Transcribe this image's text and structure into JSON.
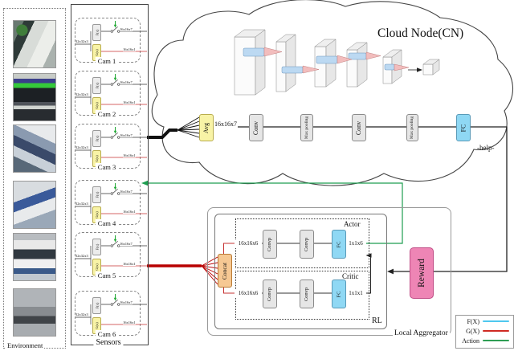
{
  "environment": {
    "label": "Environment",
    "images": [
      {
        "name": "bus-photo-1"
      },
      {
        "name": "bus-photo-2"
      },
      {
        "name": "bus-photo-3"
      },
      {
        "name": "bus-photo-4"
      },
      {
        "name": "bus-photo-5"
      },
      {
        "name": "bus-photo-6"
      }
    ]
  },
  "sensors": {
    "label": "Sensors",
    "cams": [
      {
        "label": "Cam 1",
        "input": "32x32x3",
        "f_label": "F(x)",
        "g_label": "G(x)",
        "f_out": "16x16x7",
        "g_out": "16x16x1"
      },
      {
        "label": "Cam 2",
        "input": "32x32x3",
        "f_label": "F(x)",
        "g_label": "G(x)",
        "f_out": "16x16x7",
        "g_out": "16x16x1"
      },
      {
        "label": "Cam 3",
        "input": "32x32x3",
        "f_label": "F(x)",
        "g_label": "G(x)",
        "f_out": "16x16x7",
        "g_out": "16x16x1"
      },
      {
        "label": "Cam 4",
        "input": "32x32x3",
        "f_label": "F(x)",
        "g_label": "G(x)",
        "f_out": "16x16x7",
        "g_out": "16x16x1"
      },
      {
        "label": "Cam 5",
        "input": "32x32x3",
        "f_label": "F(x)",
        "g_label": "G(x)",
        "f_out": "16x16x7",
        "g_out": "16x16x1"
      },
      {
        "label": "Cam 6",
        "input": "32x32x3",
        "f_label": "F(x)",
        "g_label": "G(x)",
        "f_out": "16x16x7",
        "g_out": "16x16x1"
      }
    ]
  },
  "cloud": {
    "title": "Cloud Node(CN)",
    "avg_label": "Avg",
    "avg_output": "16x16x7",
    "conv1_label": "Conv",
    "pool1_label": "Max pooling",
    "conv2_label": "Conv",
    "pool2_label": "Max pooling",
    "fc_label": "FC"
  },
  "rl": {
    "aggregator_label": "Local Aggregator",
    "rl_label": "RL",
    "concat_label": "Concat",
    "reward_label": "Reward",
    "actor": {
      "title": "Actor",
      "input": "16x16x6",
      "conv1": "Convp",
      "conv2": "Convp",
      "fc": "FC",
      "output": "1x1x6"
    },
    "critic": {
      "title": "Critic",
      "input": "16x16x6",
      "conv1": "Convp",
      "conv2": "Convp",
      "fc": "FC",
      "output": "1x1x1"
    }
  },
  "legend": {
    "items": [
      {
        "label": "F(X)",
        "color": "#4fc8ee"
      },
      {
        "label": "G(X)",
        "color": "#cf2b24"
      },
      {
        "label": "Action",
        "color": "#2f9e54"
      }
    ]
  },
  "annotations": {
    "help": "-help-"
  }
}
